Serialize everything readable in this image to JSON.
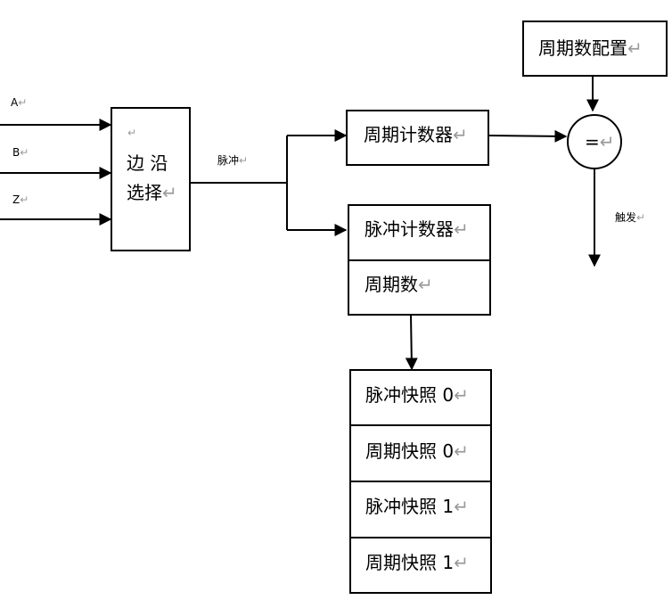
{
  "inputs": {
    "a": "A",
    "b": "B",
    "z": "Z"
  },
  "edge_select": {
    "line1": "边 沿",
    "line2": "选择"
  },
  "pulse_label": "脉冲",
  "period_counter": "周期计数器",
  "pulse_counter": "脉冲计数器",
  "period_count": "周期数",
  "period_config": "周期数配置",
  "comparator": "=",
  "trigger_label": "触发",
  "snapshots": [
    "脉冲快照 0",
    "周期快照 0",
    "脉冲快照 1",
    "周期快照 1"
  ],
  "return_mark": "↵"
}
